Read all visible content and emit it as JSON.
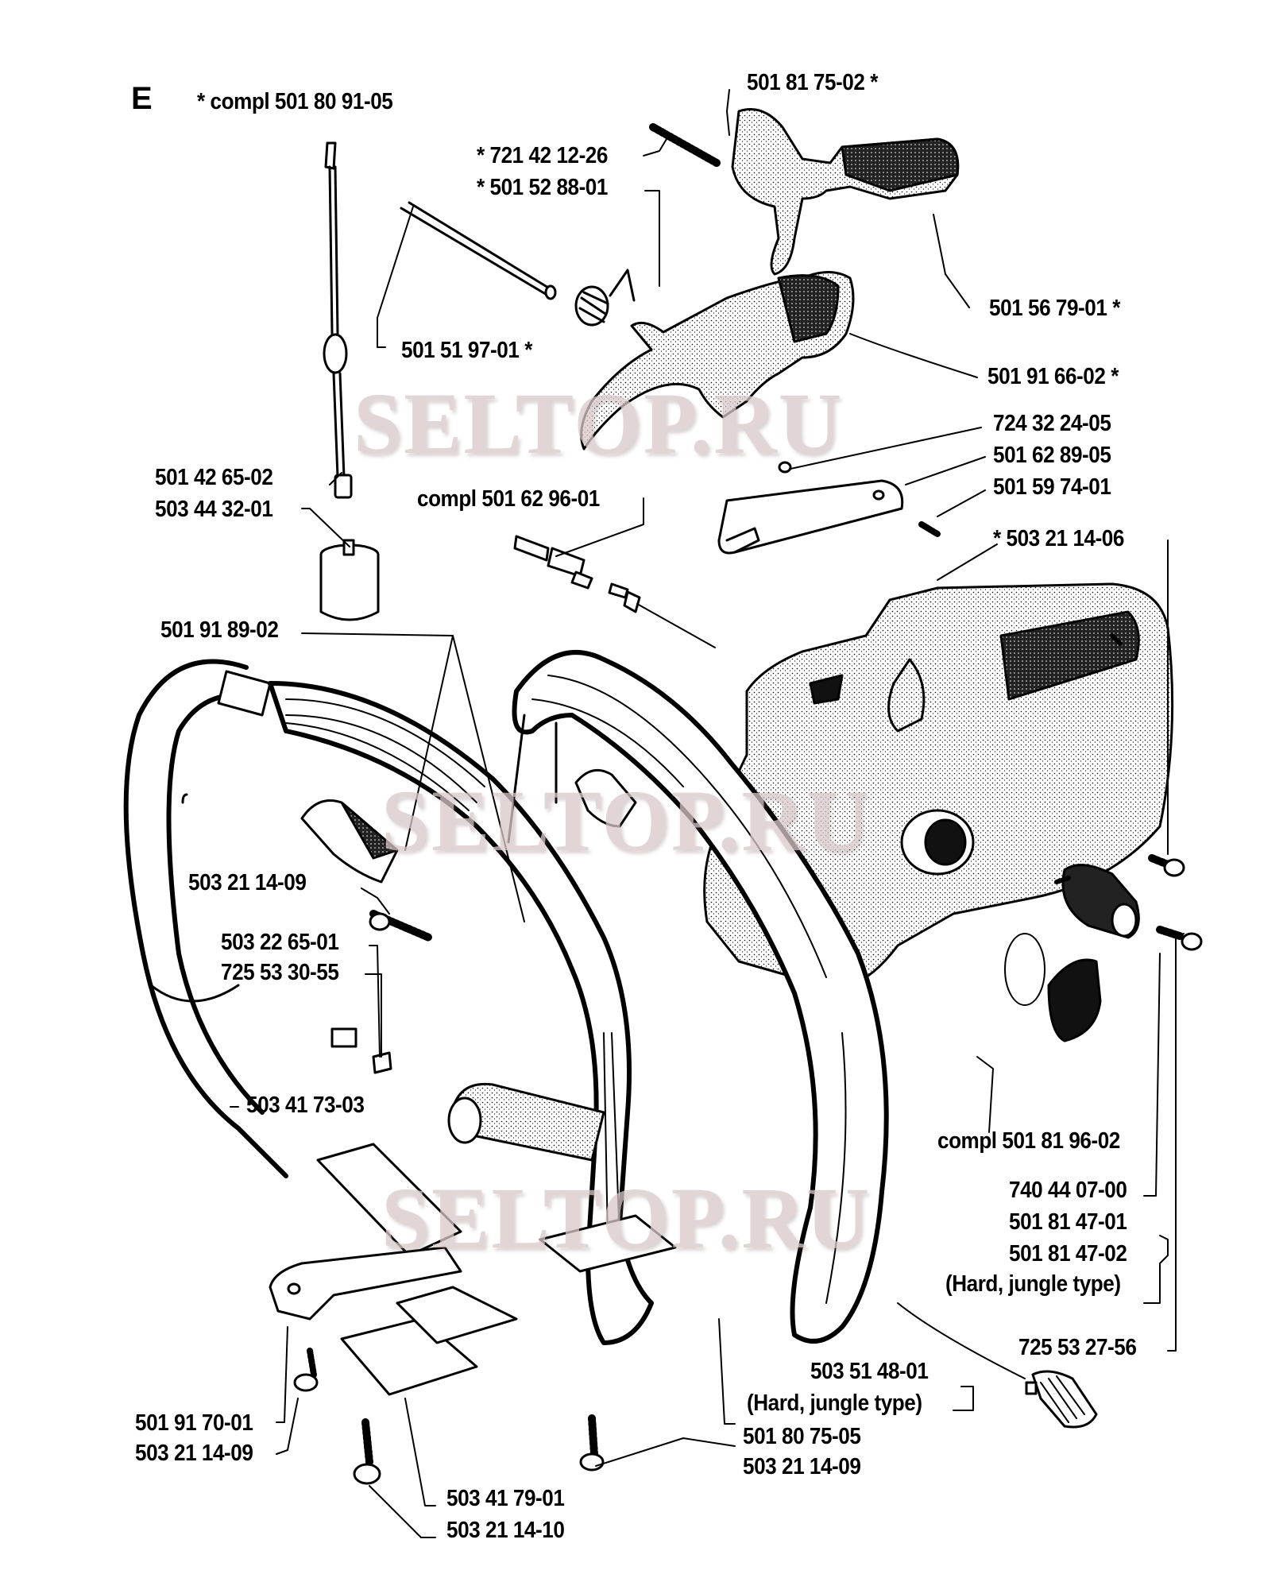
{
  "section_letter": "E",
  "watermark": "SELTOP.RU",
  "labels": {
    "compl_top": "*  compl 501 80 91-05",
    "p_501817502": "501 81 75-02  *",
    "p_721421226": "*  721 42 12-26",
    "p_501528801": "*  501 52 88-01",
    "p_501567901": "501 56 79-01  *",
    "p_501519701": "501 51 97-01  *",
    "p_501916602": "501 91 66-02  *",
    "p_724322405": "724 32 24-05",
    "p_501628905": "501 62 89-05",
    "p_501426502": "501 42 65-02",
    "p_501597401": "501 59 74-01",
    "p_compl_501629601": "compl 501 62 96-01",
    "p_503443201": "503 44 32-01",
    "p_503211406": "*  503 21 14-06",
    "p_501918902": "501 91 89-02",
    "p_503211409_a": "503 21 14-09",
    "p_503226501": "503 22 65-01",
    "p_725533055": "725 53 30-55",
    "p_503417303": "503 41 73-03",
    "p_compl_501819602": "compl 501 81 96-02",
    "p_740440700": "740 44 07-00",
    "p_501814701": "501 81 47-01",
    "p_501814702": "501 81 47-02",
    "note_hard_jungle_a": "(Hard, jungle type)",
    "p_725532756": "725 53 27-56",
    "p_503514801": "503 51 48-01",
    "note_hard_jungle_b": "(Hard, jungle type)",
    "p_501917001": "501 91 70-01",
    "p_501807505": "501 80 75-05",
    "p_503211409_b": "503 21 14-09",
    "p_503211409_c": "503 21 14-09",
    "p_503417901": "503 41 79-01",
    "p_503211410": "503 21 14-10"
  }
}
